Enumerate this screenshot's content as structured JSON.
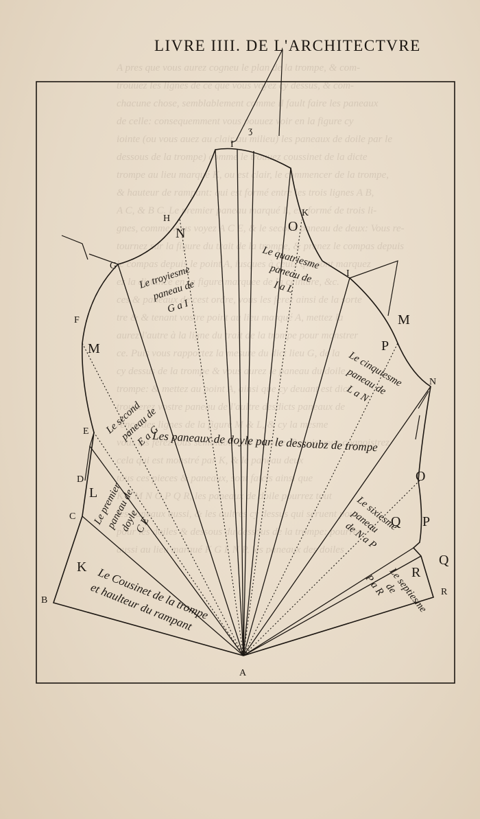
{
  "header": {
    "title": "LIVRE IIII. DE L'ARCHITECTVRE"
  },
  "bleed_through": [
    "A pres que vous aurez cogneu le plan de la trompe, & com-",
    "trouuez les lignes de ce que vous voyez cy dessus, & com-",
    "chacune chose, semblablement comme il fault faire les paneaux",
    "de celle: consequemment vous pouuez voir en la figure cy",
    "iointe (ou vous auez au clair au milieu) les paneaux de doile par le",
    "dessous de la trompe) comme le trouuez coussinet de la dicte",
    "trompe au lieu marqué K, ou est clair, le commencer de la trompe,",
    "& hauteur de rampant: qui est formé entre les trois lignes A B,",
    "A C, & B C. Le premier paneau marqué L, est formé de trois li-",
    "gnes, comme vous voyez A C E, & le second paneau de deux: Vous re-",
    "tournez sur la figure du trait de la trompe, & prenez le compas depuis",
    "le compas depuis le point A, iusques à ceulx qui sont marquez",
    "ez la distance en la figure marquee de la ceinture, &c.",
    "ces & paneaux de cest ordre, vous les ferez ainsi de la sorte",
    "tre & & tenant vostre point au lieu marqué A, mettez la",
    "aurez l'autre à la ligne du trait de la trompe pour monstrer",
    "ce. Puis vous rapportez la mesure du dict lieu G, de la",
    "cy dessus de la trompe & vous aurez le paneau du doile",
    "trompe: & mettez au point A, ainsi que cy deuant est dict.",
    "trouuerez vostre paneau de l'aultre desdicts paneaux de",
    "rence des lignes de la figure M & L, & cy la mesme",
    "vous les ferez tous semblables de la sorte, & puis vous cognoistrez",
    "cela qui est monstré par K, & le paneau deux",
    "tous ces pieces & paneaux, sont faicts ainsi que",
    "K L M N O P Q R, les paneaux de doile pourrez tout",
    "les paneaux aussi, & les aultres cy dessus qui seruent pour",
    "pour les doiles & dessous du dessous de la trompe: pourrez",
    "aussi au lieu marqué K G L N P, les paneaux des doiles",
    "tailler les pierres vous monstrent les dicts paneaux, & aultres",
    "le dict rampant & la figure comme est marqué par la figure",
    "dicte, & sur celle du rampant vous ferez la dicte trompe."
  ],
  "figure": {
    "points": {
      "A": "A",
      "B": "B",
      "C": "C",
      "D": "D",
      "E": "E",
      "F": "F",
      "G": "G",
      "H": "H",
      "I": "I",
      "K": "K",
      "L": "L",
      "M": "M",
      "N": "N",
      "O": "O",
      "P": "P",
      "Q": "Q",
      "R": "R",
      "z": "ʒ"
    },
    "panels": {
      "p3_1": "Le troyiesme",
      "p3_2": "paneau de",
      "p3_3": "G a I",
      "p4_1": "Le quatriesme",
      "p4_2": "paneau de",
      "p4_3": "I a L",
      "p2_1": "Le second",
      "p2_2": "paneau de",
      "p2_3": "E a G",
      "p5_1": "Le cinquiesme",
      "p5_2": "paneau de",
      "p5_3": "L a N",
      "p1_1": "Le premier",
      "p1_2": "paneau de",
      "p1_3": "doyle",
      "p1_4": "C E",
      "p6_1": "Le sixiesme",
      "p6_2": "paneau",
      "p6_3": "de N a P",
      "p7_1": "Le septiesme",
      "p7_2": "de",
      "p7_3": "P a R"
    },
    "caption_main": "Les paneaux de doyle par le dessoubz de trompe",
    "caption_k1": "Le Cousinet de la trompe",
    "caption_k2": "et haulteur du rampant"
  }
}
